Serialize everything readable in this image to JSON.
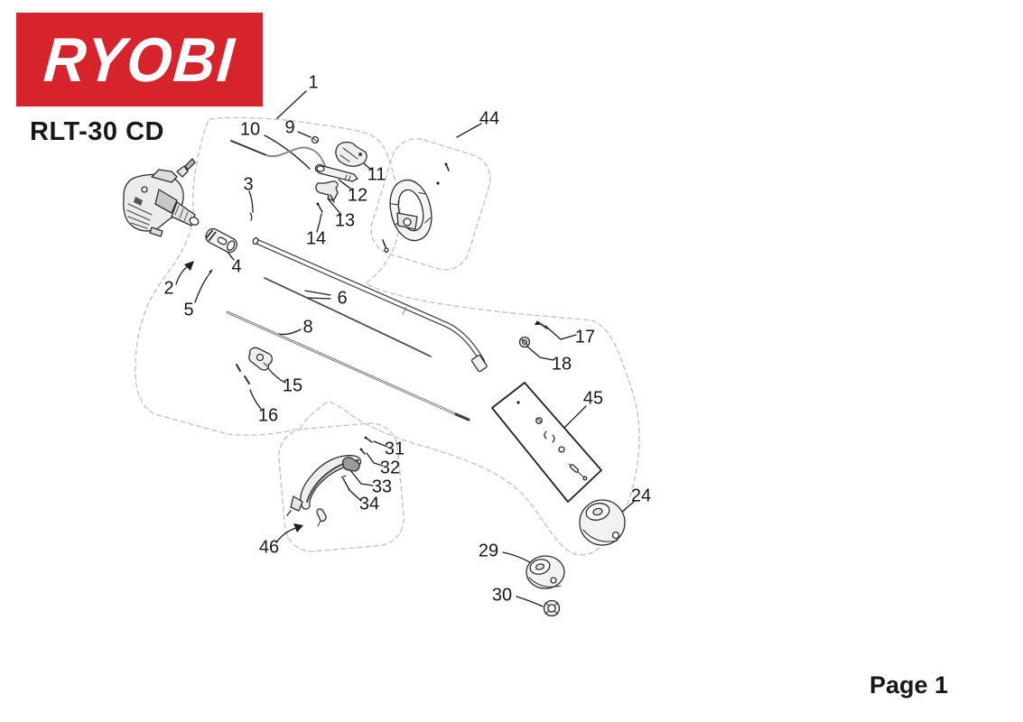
{
  "page": {
    "brand_logo_text": "RYOBI",
    "model": "RLT-30 CD",
    "page_label": "Page 1"
  },
  "colors": {
    "brand_red": "#d7232b",
    "line_art": "#2e2e2e",
    "assembly_outline": "#c3c3c3"
  },
  "diagram": {
    "callouts": [
      {
        "n": "1"
      },
      {
        "n": "2"
      },
      {
        "n": "3"
      },
      {
        "n": "4"
      },
      {
        "n": "5"
      },
      {
        "n": "6"
      },
      {
        "n": "8"
      },
      {
        "n": "9"
      },
      {
        "n": "10"
      },
      {
        "n": "11"
      },
      {
        "n": "12"
      },
      {
        "n": "13"
      },
      {
        "n": "14"
      },
      {
        "n": "15"
      },
      {
        "n": "16"
      },
      {
        "n": "17"
      },
      {
        "n": "18"
      },
      {
        "n": "24"
      },
      {
        "n": "29"
      },
      {
        "n": "30"
      },
      {
        "n": "31"
      },
      {
        "n": "32"
      },
      {
        "n": "33"
      },
      {
        "n": "34"
      },
      {
        "n": "44"
      },
      {
        "n": "45"
      },
      {
        "n": "46"
      }
    ]
  }
}
